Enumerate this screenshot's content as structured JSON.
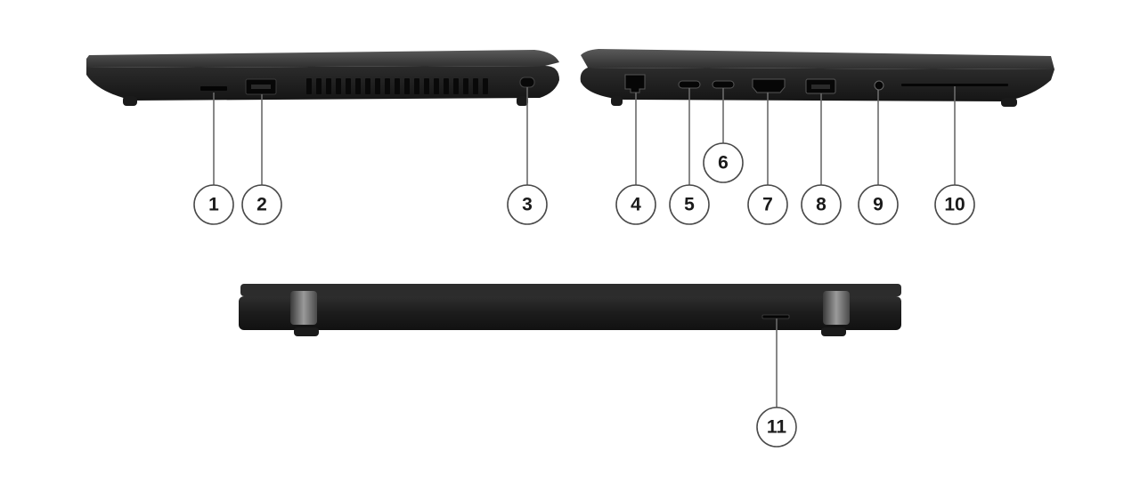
{
  "views": {
    "left_side": {
      "name": "left-side-view"
    },
    "right_side": {
      "name": "right-side-view"
    },
    "rear": {
      "name": "rear-view"
    }
  },
  "callouts": [
    {
      "id": "1",
      "label": "1"
    },
    {
      "id": "2",
      "label": "2"
    },
    {
      "id": "3",
      "label": "3"
    },
    {
      "id": "4",
      "label": "4"
    },
    {
      "id": "5",
      "label": "5"
    },
    {
      "id": "6",
      "label": "6"
    },
    {
      "id": "7",
      "label": "7"
    },
    {
      "id": "8",
      "label": "8"
    },
    {
      "id": "9",
      "label": "9"
    },
    {
      "id": "10",
      "label": "10"
    },
    {
      "id": "11",
      "label": "11"
    }
  ],
  "colors": {
    "chassis": "#2a2a2a",
    "chassis_dark": "#141414",
    "port": "#0c0c0c",
    "callout_stroke": "#4a4a4a"
  }
}
